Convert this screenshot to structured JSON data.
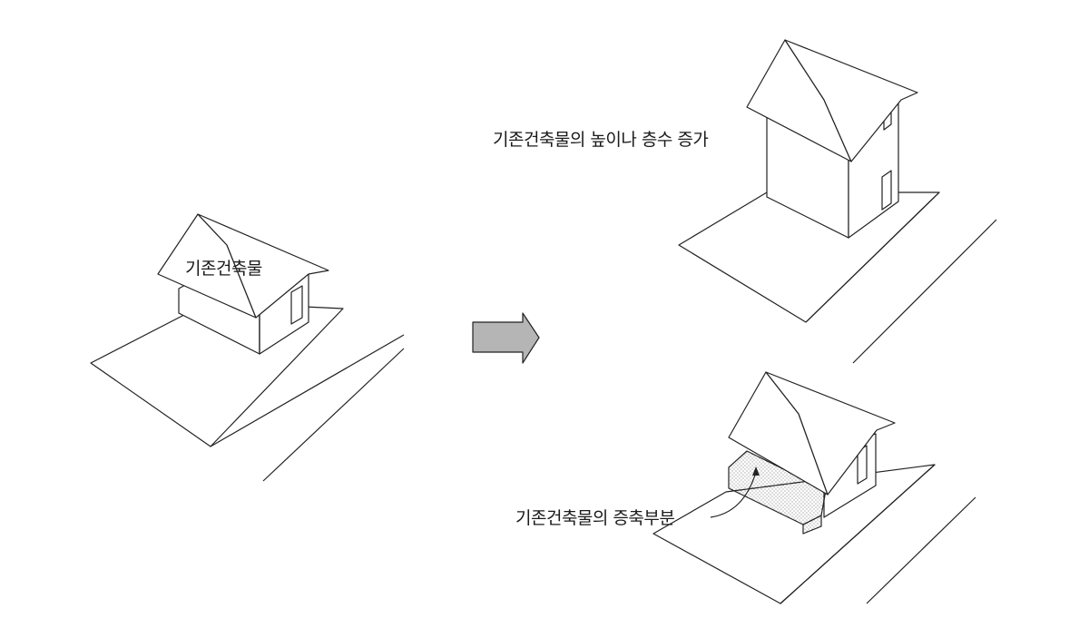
{
  "labels": {
    "existing_building": "기존건축물",
    "height_increase": "기존건축물의 높이나 층수 증가",
    "extension_part": "기존건축물의 증축부분"
  },
  "colors": {
    "arrow_fill": "#b5b5b5",
    "stipple": "#555555"
  }
}
